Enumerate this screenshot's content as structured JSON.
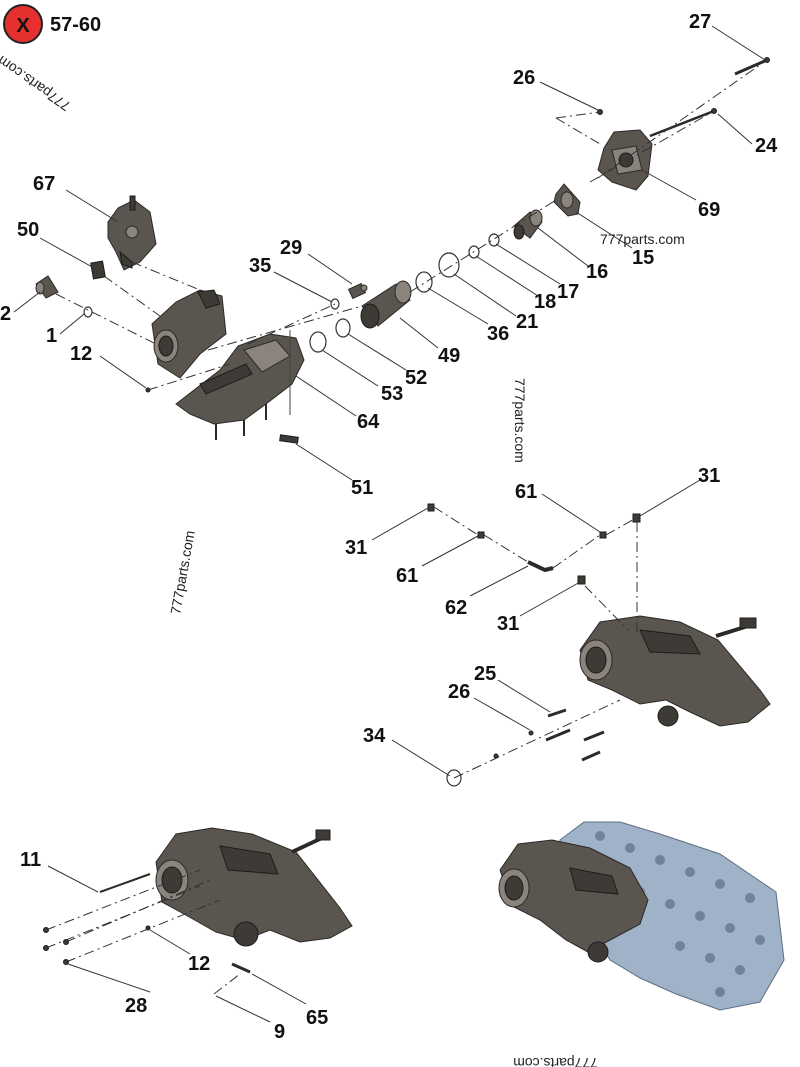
{
  "badge": {
    "glyph": "X",
    "range": "57-60",
    "color": "#e53030"
  },
  "watermark": "777parts.com",
  "callouts": [
    "27",
    "26",
    "24",
    "69",
    "67",
    "50",
    "29",
    "35",
    "15",
    "16",
    "17",
    "18",
    "21",
    "36",
    "2",
    "1",
    "12",
    "49",
    "52",
    "53",
    "64",
    "51",
    "61",
    "31",
    "31",
    "61",
    "62",
    "31",
    "25",
    "26",
    "34",
    "11",
    "12",
    "28",
    "9",
    "65"
  ],
  "colors": {
    "part": "#5a554f",
    "valve_body": "#9fb2c8",
    "badge": "#e53030"
  }
}
